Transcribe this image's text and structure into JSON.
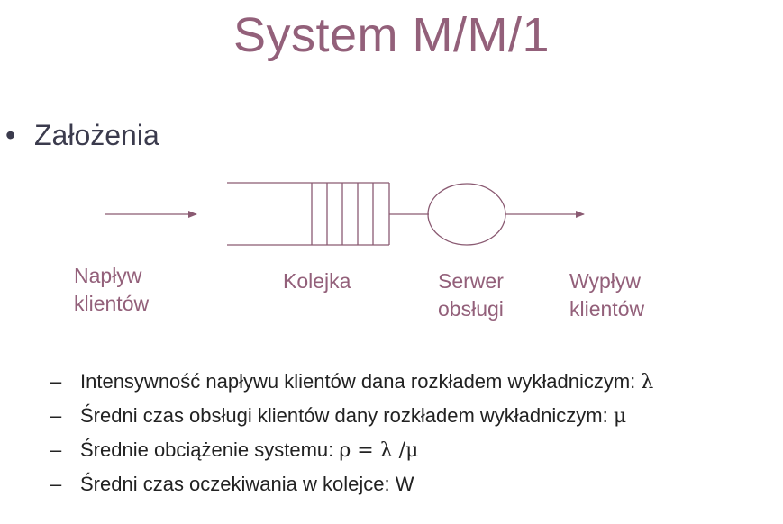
{
  "title": "System M/M/1",
  "section": {
    "bullet_glyph": "•",
    "heading": "Założenia"
  },
  "diagram": {
    "labels": {
      "inflow": "Napływ\nklientów",
      "queue": "Kolejka",
      "server": "Serwer\nobsługi",
      "outflow": "Wypływ\nklientów"
    },
    "colors": {
      "stroke": "#8a5a72",
      "label": "#93607a"
    }
  },
  "assumptions": [
    {
      "dash": "–",
      "text": "Intensywność napływu klientów dana rozkładem wykładniczym: ",
      "symbol": "λ"
    },
    {
      "dash": "–",
      "text": "Średni czas obsługi klientów dany rozkładem wykładniczym: ",
      "symbol": "μ"
    },
    {
      "dash": "–",
      "text": "Średnie obciążenie systemu: ",
      "symbol": "ρ = λ /μ"
    },
    {
      "dash": "–",
      "text": "Średni czas oczekiwania w kolejce: W",
      "symbol": ""
    }
  ],
  "colors": {
    "title": "#93607a",
    "bullet_text": "#3b3b4d",
    "body_text": "#222222"
  }
}
